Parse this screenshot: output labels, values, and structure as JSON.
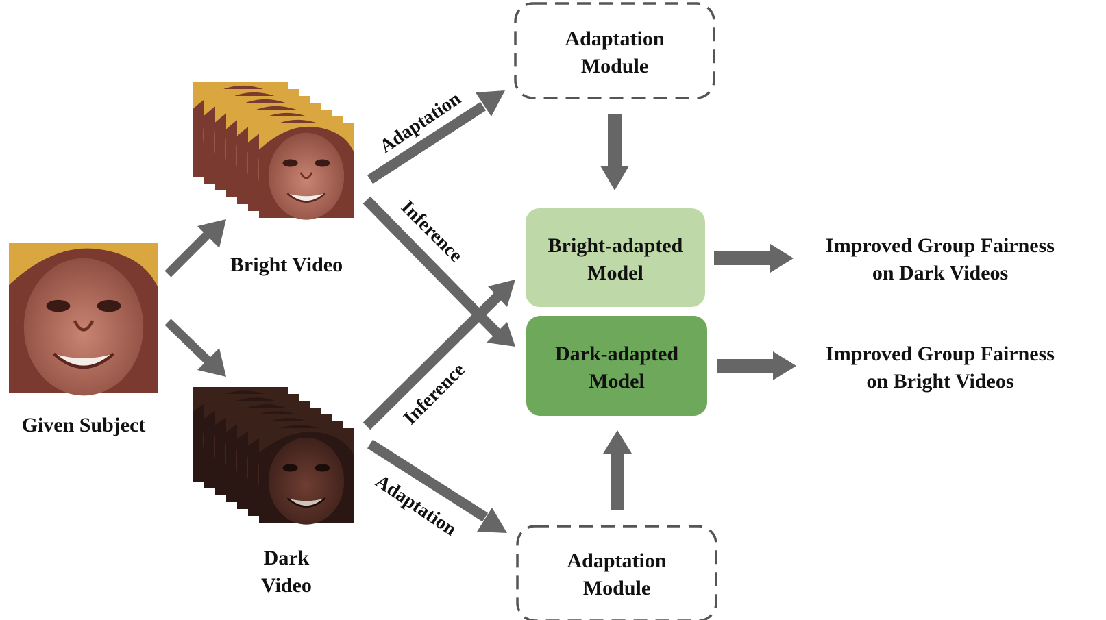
{
  "colors": {
    "arrow": "#666666",
    "box_border": "#555555",
    "bright_model_fill": "#bfd8a8",
    "dark_model_fill": "#6ea85a",
    "text": "#111111",
    "skin_bright": "#b0685a",
    "skin_dark": "#5a3128",
    "headwrap": "#d9a640"
  },
  "subject": {
    "label": "Given Subject",
    "image": "face-photo"
  },
  "bright_video": {
    "label": "Bright Video",
    "image": "bright-face-frames"
  },
  "dark_video": {
    "label_line1": "Dark",
    "label_line2": "Video",
    "image": "dark-face-frames"
  },
  "adaptation_module_top": {
    "line1": "Adaptation",
    "line2": "Module"
  },
  "adaptation_module_bottom": {
    "line1": "Adaptation",
    "line2": "Module"
  },
  "bright_model": {
    "line1": "Bright-adapted",
    "line2": "Model"
  },
  "dark_model": {
    "line1": "Dark-adapted",
    "line2": "Model"
  },
  "output_dark": {
    "line1": "Improved Group Fairness",
    "line2": "on Dark Videos"
  },
  "output_bright": {
    "line1": "Improved Group Fairness",
    "line2": "on Bright Videos"
  },
  "arrow_labels": {
    "adaptation_top": "Adaptation",
    "inference_top": "Inference",
    "inference_bottom": "Inference",
    "adaptation_bottom": "Adaptation"
  }
}
